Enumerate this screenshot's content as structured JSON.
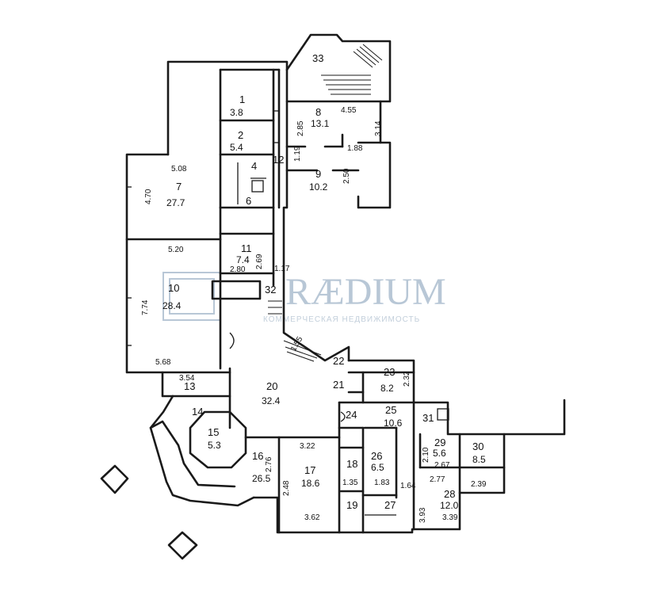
{
  "rooms": [
    {
      "id": "r1",
      "number": "1",
      "area": "3.8"
    },
    {
      "id": "r2",
      "number": "2",
      "area": "5.4"
    },
    {
      "id": "r4",
      "number": "4",
      "area": ""
    },
    {
      "id": "r6",
      "number": "6",
      "area": ""
    },
    {
      "id": "r7",
      "number": "7",
      "area": "27.7"
    },
    {
      "id": "r8",
      "number": "8",
      "area": "13.1"
    },
    {
      "id": "r9",
      "number": "9",
      "area": "10.2"
    },
    {
      "id": "r10",
      "number": "10",
      "area": "28.4"
    },
    {
      "id": "r11",
      "number": "11",
      "area": "7.4"
    },
    {
      "id": "r12",
      "number": "12",
      "area": ""
    },
    {
      "id": "r13",
      "number": "13",
      "area": ""
    },
    {
      "id": "r14",
      "number": "14",
      "area": ""
    },
    {
      "id": "r15",
      "number": "15",
      "area": "5.3"
    },
    {
      "id": "r16",
      "number": "16",
      "area": "26.5"
    },
    {
      "id": "r17",
      "number": "17",
      "area": "18.6"
    },
    {
      "id": "r18",
      "number": "18",
      "area": ""
    },
    {
      "id": "r19",
      "number": "19",
      "area": ""
    },
    {
      "id": "r20",
      "number": "20",
      "area": "32.4"
    },
    {
      "id": "r21",
      "number": "21",
      "area": ""
    },
    {
      "id": "r22",
      "number": "22",
      "area": ""
    },
    {
      "id": "r23",
      "number": "23",
      "area": "8.2"
    },
    {
      "id": "r24",
      "number": "24",
      "area": ""
    },
    {
      "id": "r25",
      "number": "25",
      "area": "10.6"
    },
    {
      "id": "r26",
      "number": "26",
      "area": "6.5"
    },
    {
      "id": "r27",
      "number": "27",
      "area": ""
    },
    {
      "id": "r28",
      "number": "28",
      "area": "12.0"
    },
    {
      "id": "r29",
      "number": "29",
      "area": "5.6"
    },
    {
      "id": "r30",
      "number": "30",
      "area": "8.5"
    },
    {
      "id": "r31",
      "number": "31",
      "area": ""
    },
    {
      "id": "r32",
      "number": "32",
      "area": ""
    },
    {
      "id": "r33",
      "number": "33",
      "area": ""
    }
  ],
  "dimensions": {
    "d508": "5.08",
    "d470": "4.70",
    "d520": "5.20",
    "d774": "7.74",
    "d568": "5.68",
    "d354": "3.54",
    "d455": "4.55",
    "d285": "2.85",
    "d314": "3.14",
    "d188": "1.88",
    "d250": "2.50",
    "d119": "1.19",
    "d117": "1.17",
    "d280": "2.80",
    "d269": "2.69",
    "d155": "1.55",
    "d232": "2.32",
    "d322": "3.22",
    "d362": "3.62",
    "d135": "1.35",
    "d183": "1.83",
    "d164": "1.64",
    "d277": "2.77",
    "d267": "2.67",
    "d239": "2.39",
    "d248": "2.48",
    "d276": "2.76",
    "d210": "2.10",
    "d393": "3.93",
    "d339": "3.39"
  },
  "watermark": {
    "brand": "RÆDIUM",
    "tagline": "КОММЕРЧЕСКАЯ НЕДВИЖИМОСТЬ"
  }
}
